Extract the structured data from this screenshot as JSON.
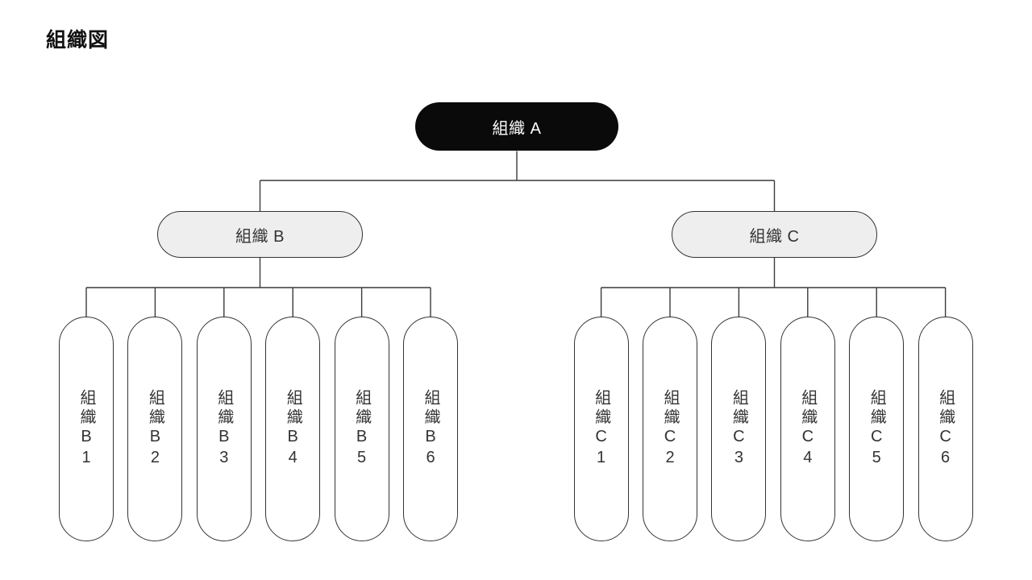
{
  "page": {
    "title": "組織図"
  },
  "chart": {
    "root": {
      "label": "組織 A"
    },
    "groups": [
      {
        "label": "組織 B",
        "children": [
          {
            "label": "組織B1"
          },
          {
            "label": "組織B2"
          },
          {
            "label": "組織B3"
          },
          {
            "label": "組織B4"
          },
          {
            "label": "組織B5"
          },
          {
            "label": "組織B6"
          }
        ]
      },
      {
        "label": "組織 C",
        "children": [
          {
            "label": "組織C1"
          },
          {
            "label": "組織C2"
          },
          {
            "label": "組織C3"
          },
          {
            "label": "組織C4"
          },
          {
            "label": "組織C5"
          },
          {
            "label": "組織C6"
          }
        ]
      }
    ]
  },
  "colors": {
    "root_bg": "#0a0a0a",
    "root_text": "#ffffff",
    "group_bg": "#eeeeee",
    "leaf_bg": "#ffffff",
    "node_border": "#333333",
    "node_text": "#333333",
    "line": "#3a3a3a",
    "title_text": "#111111"
  }
}
